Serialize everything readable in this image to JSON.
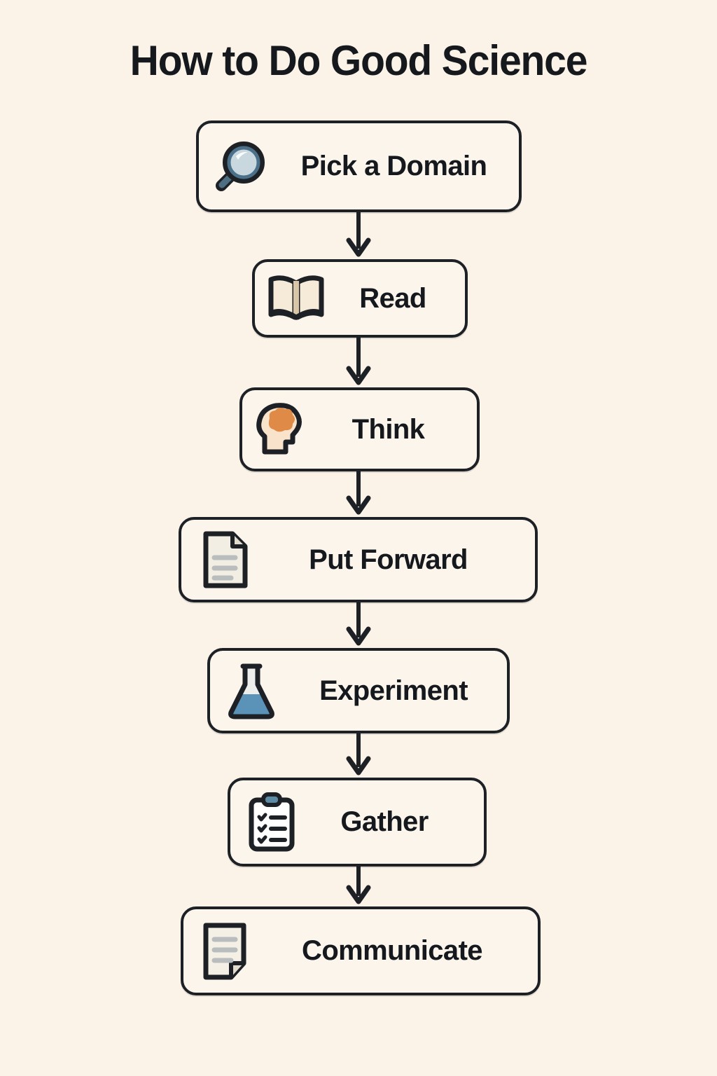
{
  "page": {
    "title": "How to Do Good Science",
    "background_color": "#FBF3E7",
    "ink_color": "#1D2126",
    "node_fill_color": "#FCF5EC"
  },
  "flow": {
    "type": "vertical-flowchart",
    "steps": [
      {
        "index": 1,
        "label": "Pick a Domain",
        "icon": "magnifying-glass-icon",
        "icon_colors": {
          "lens": "#C9D7DF",
          "ring": "#4A7189",
          "outline": "#1D2126"
        }
      },
      {
        "index": 2,
        "label": "Read",
        "icon": "open-book-icon",
        "icon_colors": {
          "pages": "#F6EBD8",
          "spine": "#D8C6A6",
          "cover": "#1D2126"
        }
      },
      {
        "index": 3,
        "label": "Think",
        "icon": "head-with-brain-icon",
        "icon_colors": {
          "skin": "#FAE3CB",
          "brain": "#E08A47",
          "outline": "#1D2126"
        }
      },
      {
        "index": 4,
        "label": "Put Forward",
        "icon": "document-icon",
        "icon_colors": {
          "page": "#F3EEE3",
          "lines": "#B9BDBE",
          "outline": "#1D2126"
        }
      },
      {
        "index": 5,
        "label": "Experiment",
        "icon": "flask-icon",
        "icon_colors": {
          "liquid": "#5B93B8",
          "glass": "#EDEDEB",
          "outline": "#1D2126"
        }
      },
      {
        "index": 6,
        "label": "Gather",
        "icon": "clipboard-checklist-icon",
        "icon_colors": {
          "clip": "#5D8BA5",
          "page": "#FFFFFF",
          "outline": "#1D2126"
        }
      },
      {
        "index": 7,
        "label": "Communicate",
        "icon": "note-page-icon",
        "icon_colors": {
          "page": "#F5F0E6",
          "lines": "#B9BDBE",
          "outline": "#1D2126"
        }
      }
    ],
    "connectors": [
      {
        "from": "Pick a Domain",
        "to": "Read",
        "style": "down-arrow"
      },
      {
        "from": "Read",
        "to": "Think",
        "style": "down-arrow"
      },
      {
        "from": "Think",
        "to": "Put Forward",
        "style": "down-arrow"
      },
      {
        "from": "Put Forward",
        "to": "Experiment",
        "style": "down-arrow"
      },
      {
        "from": "Experiment",
        "to": "Gather",
        "style": "down-arrow"
      },
      {
        "from": "Gather",
        "to": "Communicate",
        "style": "down-arrow"
      }
    ]
  }
}
